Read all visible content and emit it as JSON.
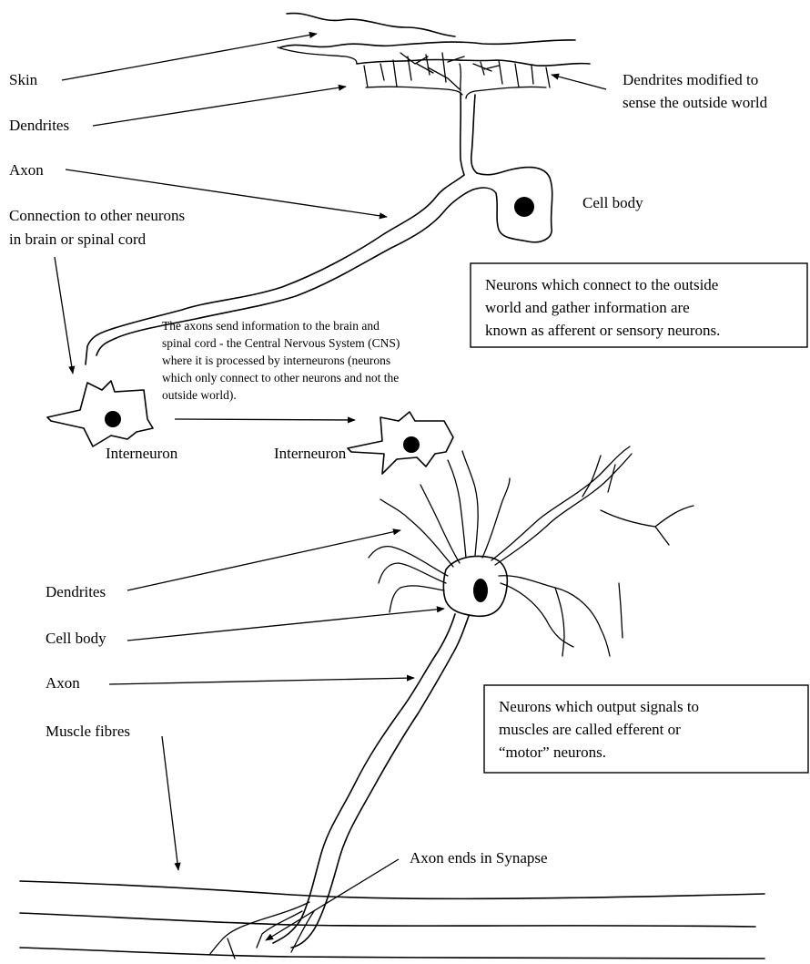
{
  "labels": {
    "skin": "Skin",
    "dendrites_top": "Dendrites",
    "axon_top": "Axon",
    "connection_line1": "Connection to other neurons",
    "connection_line2": "in brain or spinal cord",
    "dendrites_modified_line1": "Dendrites modified to",
    "dendrites_modified_line2": "sense the outside world",
    "cell_body_top": "Cell body",
    "interneuron_left": "Interneuron",
    "interneuron_right": "Interneuron",
    "dendrites_bottom": "Dendrites",
    "cell_body_bottom": "Cell body",
    "axon_bottom": "Axon",
    "muscle_fibres": "Muscle fibres",
    "axon_ends": "Axon ends in Synapse"
  },
  "notes": {
    "afferent_line1": "Neurons which connect to the outside",
    "afferent_line2": "world and gather information are",
    "afferent_line3": "known as afferent or sensory neurons.",
    "cns_line1": "The axons send information to the brain and",
    "cns_line2": "spinal cord - the Central Nervous System (CNS)",
    "cns_line3": "where it is processed by interneurons (neurons",
    "cns_line4": "which only connect to other neurons and not the",
    "cns_line5": "outside world).",
    "efferent_line1": "Neurons which output signals to",
    "efferent_line2": "muscles are called efferent or",
    "efferent_line3": "“motor” neurons."
  }
}
